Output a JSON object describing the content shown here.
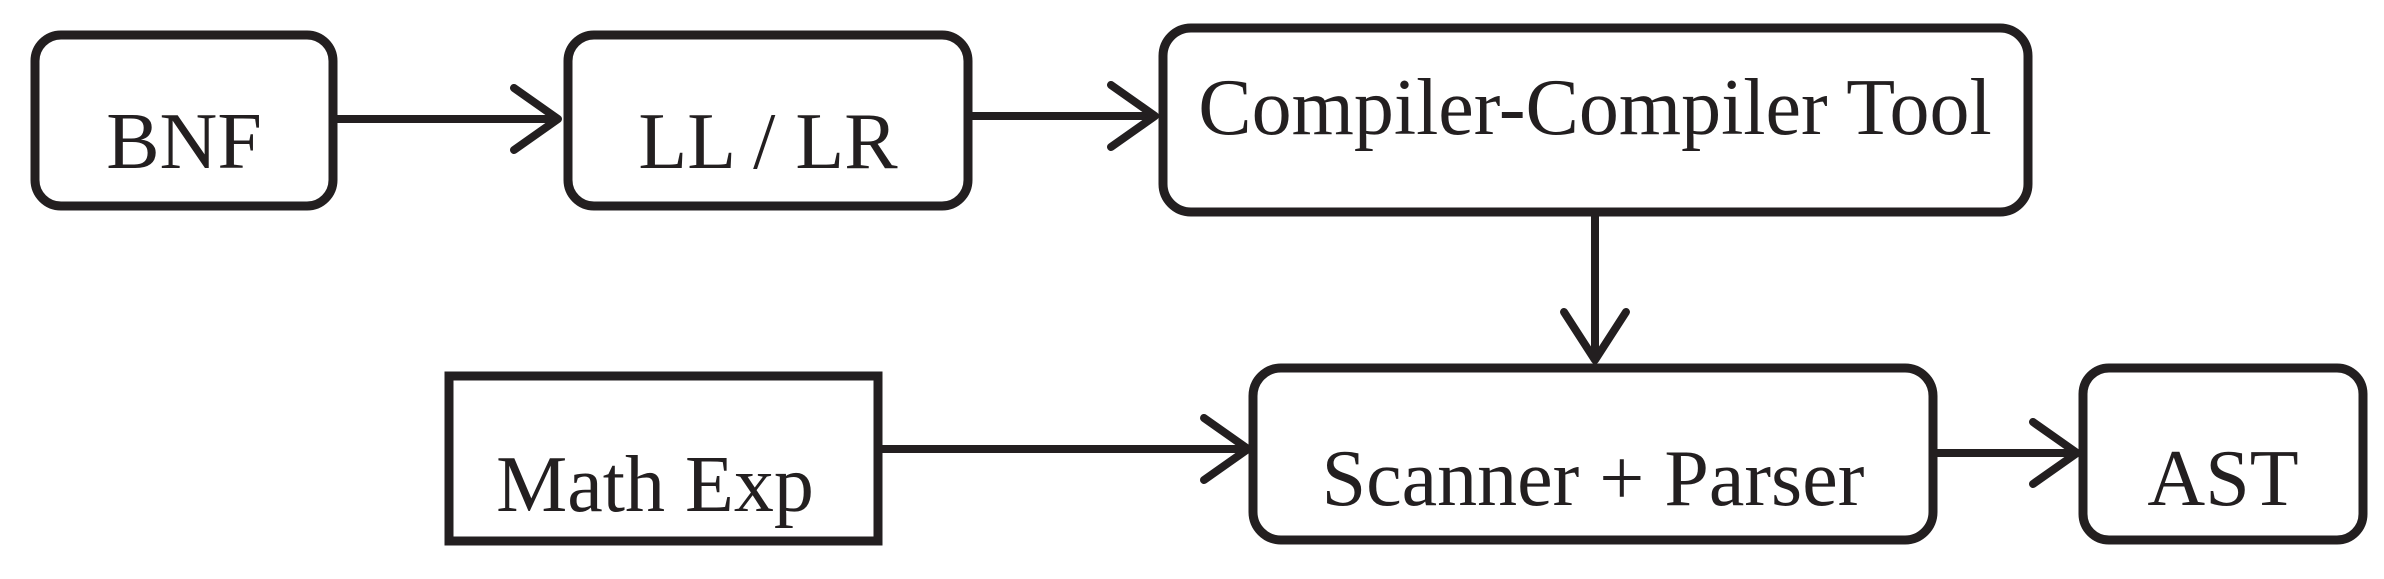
{
  "nodes": {
    "bnf": {
      "label": "BNF"
    },
    "ll_lr": {
      "label": "LL / LR"
    },
    "compiler_tool": {
      "label": "Compiler-Compiler Tool"
    },
    "math_exp": {
      "label": "Math Exp"
    },
    "scanner_parser": {
      "label": "Scanner + Parser"
    },
    "ast": {
      "label": "AST"
    }
  },
  "edges": [
    {
      "from": "bnf",
      "to": "ll_lr"
    },
    {
      "from": "ll_lr",
      "to": "compiler_tool"
    },
    {
      "from": "compiler_tool",
      "to": "scanner_parser"
    },
    {
      "from": "math_exp",
      "to": "scanner_parser"
    },
    {
      "from": "scanner_parser",
      "to": "ast"
    }
  ],
  "colors": {
    "stroke": "#231f20",
    "background": "#ffffff"
  }
}
